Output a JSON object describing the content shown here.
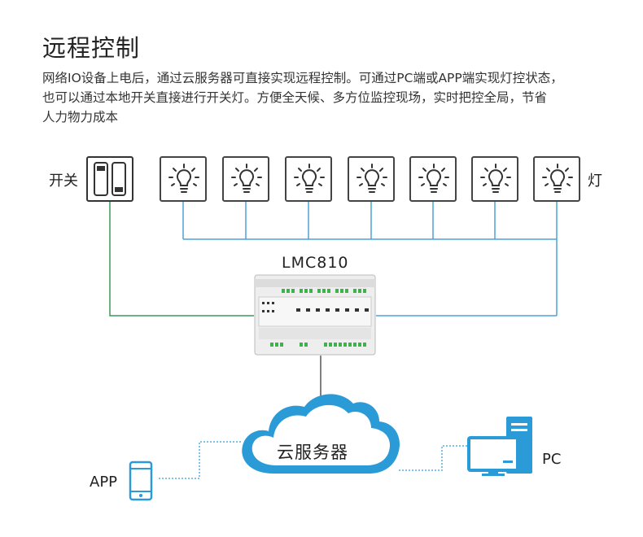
{
  "header": {
    "title": "远程控制",
    "description_lines": [
      "网络IO设备上电后，通过云服务器可直接实现远程控制。可通过PC端或APP端实现灯控状态，",
      "也可以通过本地开关直接进行开关灯。方便全天候、多方位监控现场，实时把控全局，节省",
      "人力物力成本"
    ]
  },
  "diagram": {
    "switch_label": "开关",
    "lamp_label": "灯",
    "lamp_count": 7,
    "device_label": "LMC810",
    "cloud_label": "云服务器",
    "app_label": "APP",
    "pc_label": "PC"
  },
  "colors": {
    "accent_blue": "#2a9ad6",
    "switch_wire_green": "#3a9a5a",
    "lamp_wire_blue": "#4aa3d8",
    "dotted_blue": "#5aaee0",
    "cloud_fill": "#2b9bd8"
  }
}
